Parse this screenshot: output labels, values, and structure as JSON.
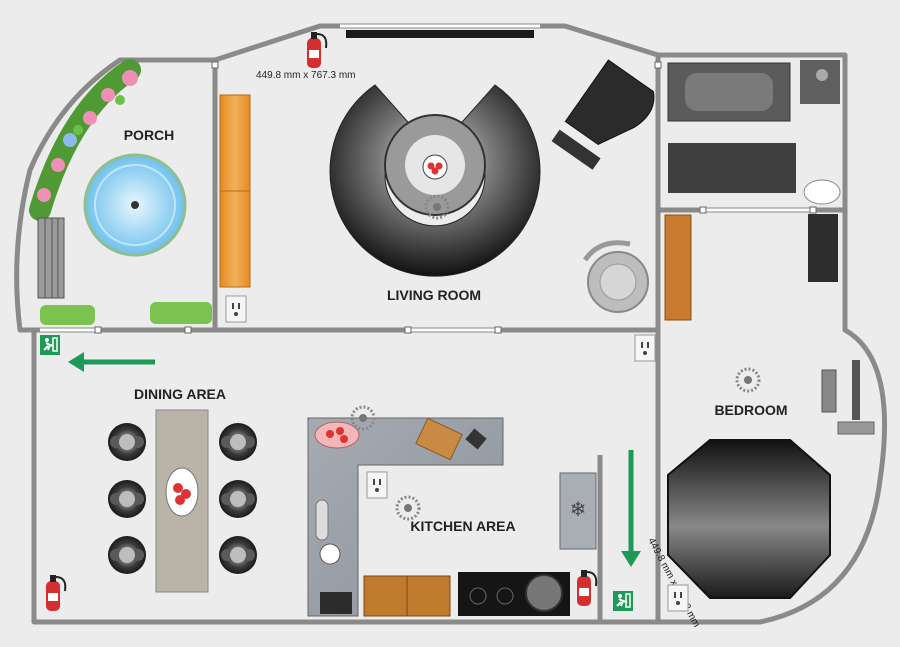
{
  "rooms": {
    "porch": "PORCH",
    "living_room": "LIVING ROOM",
    "dining_area": "DINING AREA",
    "kitchen_area": "KITCHEN AREA",
    "bedroom": "BEDROOM"
  },
  "dimensions": {
    "living_room": "449.8 mm x 767.3 mm",
    "bedroom": "449.8 mm x 767.3 mm"
  },
  "colors": {
    "wall": "#8a8a8a",
    "floor": "#ececec",
    "exit_sign": "#1e9a58",
    "arrow": "#1e9a58",
    "extinguisher": "#d32f2f",
    "wood": "#e2902f",
    "countertop": "#9aa0a8",
    "pool": "#7ac8ef"
  },
  "icons": [
    "fire-extinguisher-icon",
    "emergency-exit-icon",
    "power-outlet-icon",
    "ceiling-fan-icon",
    "direction-arrow-icon"
  ]
}
